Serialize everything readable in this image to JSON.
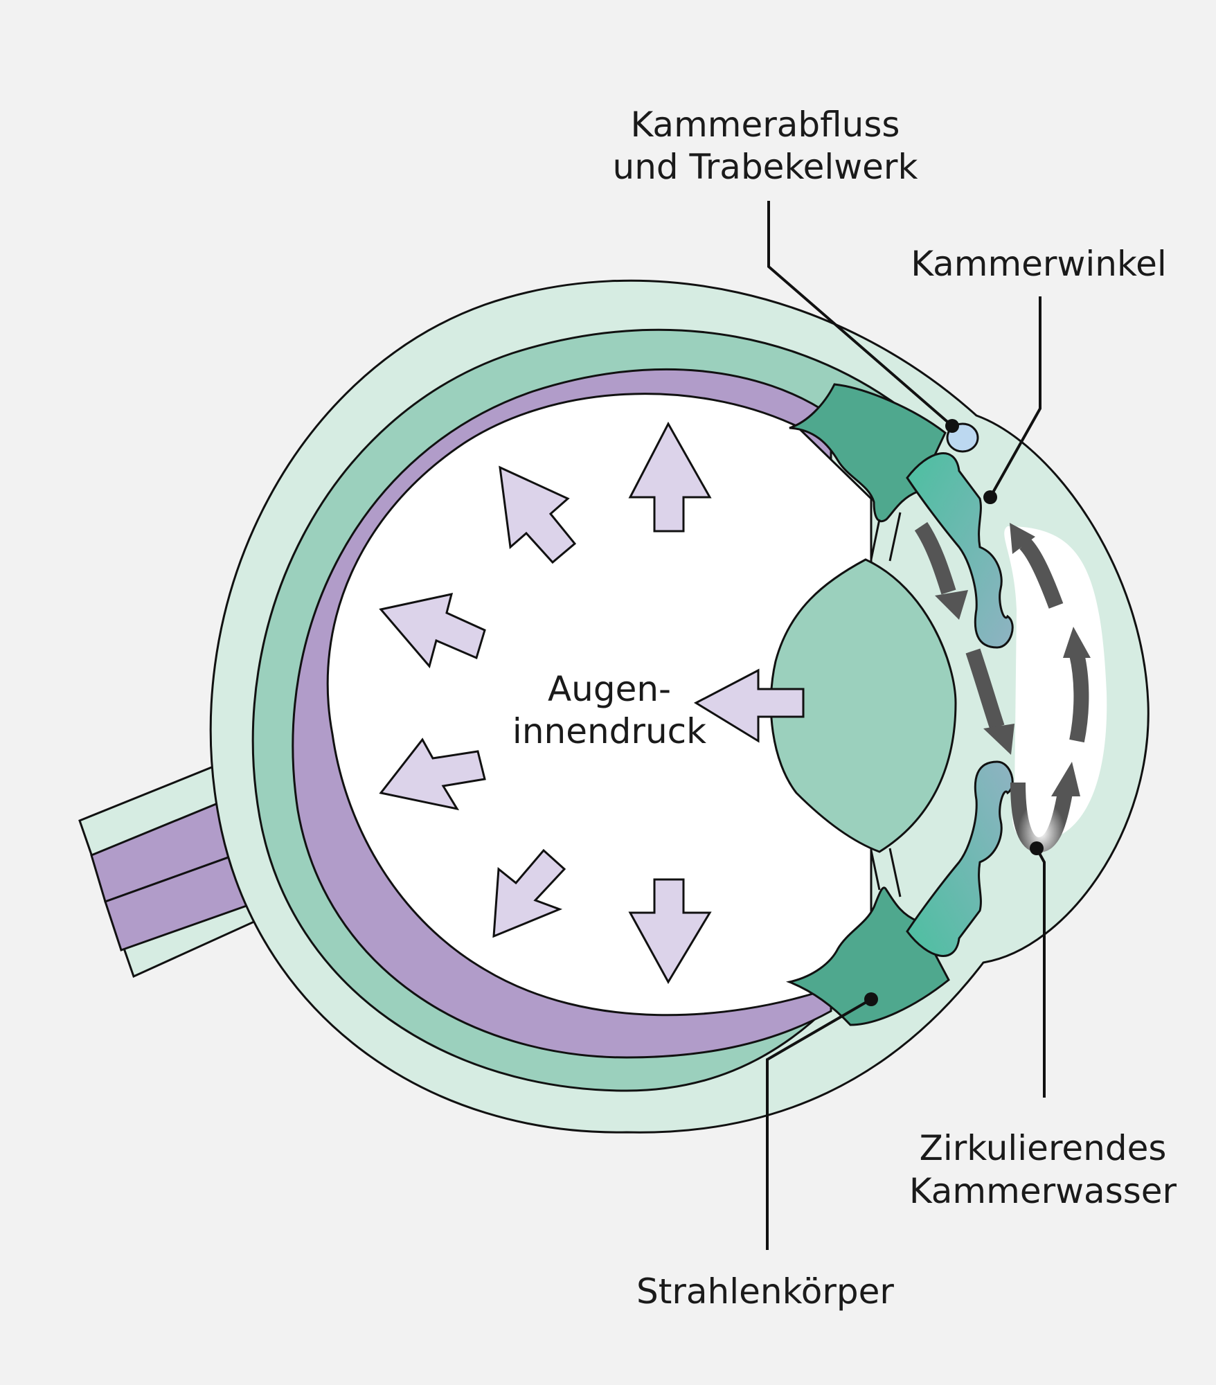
{
  "labels": {
    "outflow_line1": "Kammerabfluss",
    "outflow_line2": "und Trabekelwerk",
    "angle": "Kammerwinkel",
    "pressure_line1": "Augen-",
    "pressure_line2": "innendruck",
    "aqueous_line1": "Zirkulierendes",
    "aqueous_line2": "Kammerwasser",
    "ciliary": "Strahlenkörper"
  },
  "colors": {
    "background": "#f2f2f2",
    "sclera": "#d6ece2",
    "choroid": "#9bd0bd",
    "retina": "#b19cc9",
    "lens": "#9bd0bd",
    "ciliary_dark": "#4fa88e",
    "ciliary_light": "#4cbfa0",
    "iris": "#8fb3c2",
    "pressure_arrow": "#dcd3ea",
    "flow_arrow": "#555555",
    "canal": "#bcd8f0"
  }
}
